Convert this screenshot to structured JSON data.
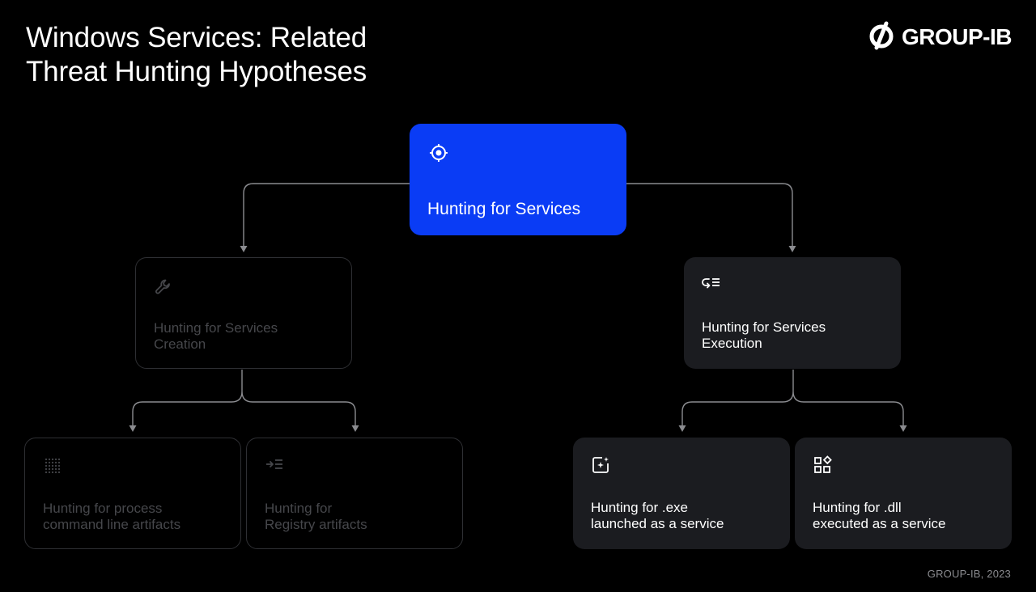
{
  "title": {
    "line1": "Windows Services: Related",
    "line2": "Threat Hunting Hypotheses"
  },
  "logo": {
    "text": "GROUP-IB",
    "icon": "group-ib-logo-icon"
  },
  "diagram": {
    "root": {
      "label": "Hunting for Services",
      "icon": "target-icon",
      "state": "highlighted",
      "color": "#0a3cf5"
    },
    "left_branch": {
      "label_line1": "Hunting for Services",
      "label_line2": "Creation",
      "icon": "wrench-icon",
      "state": "dimmed",
      "children": [
        {
          "label_line1": "Hunting for process",
          "label_line2": "command line artifacts",
          "icon": "dot-grid-icon",
          "state": "dimmed"
        },
        {
          "label_line1": "Hunting for",
          "label_line2": "Registry artifacts",
          "icon": "arrow-list-icon",
          "state": "dimmed"
        }
      ]
    },
    "right_branch": {
      "label_line1": "Hunting for Services",
      "label_line2": "Execution",
      "icon": "loop-list-icon",
      "state": "active",
      "children": [
        {
          "label_line1": "Hunting for .exe",
          "label_line2": "launched as a service",
          "icon": "sparkle-square-icon",
          "state": "active"
        },
        {
          "label_line1": "Hunting for .dll",
          "label_line2": "executed as a service",
          "icon": "shapes-icon",
          "state": "active"
        }
      ]
    }
  },
  "colors": {
    "background": "#000000",
    "accent": "#0a3cf5",
    "card": "#1b1c20",
    "dim_border": "#2e2f33",
    "dim_text": "#46474b",
    "connector": "#8b8c90"
  },
  "footer": {
    "text": "GROUP-IB, 2023"
  }
}
